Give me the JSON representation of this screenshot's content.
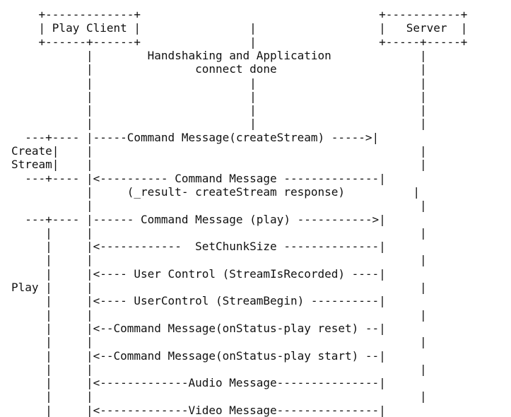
{
  "lines": [
    "    +-------------+                                   +-----------+",
    "    | Play Client |                |                  |   Server  |",
    "    +------+------+                |                  +-----+-----+",
    "           |        Handshaking and Application             |",
    "           |               connect done                     |",
    "           |                       |                        |",
    "           |                       |                        |",
    "           |                       |                        |",
    "           |                       |                        |",
    "  ---+---- |-----Command Message(createStream) ----->|",
    "Create|    |                                                |",
    "Stream|    |                                                |",
    "  ---+---- |<---------- Command Message --------------|",
    "           |     (_result- createStream response)          |",
    "           |                                                |",
    "  ---+---- |------ Command Message (play) ----------->|",
    "     |     |                                                |",
    "     |     |<------------  SetChunkSize --------------|",
    "     |     |                                                |",
    "     |     |<---- User Control (StreamIsRecorded) ----|",
    "Play |     |                                                |",
    "     |     |<---- UserControl (StreamBegin) ----------|",
    "     |     |                                                |",
    "     |     |<--Command Message(onStatus-play reset) --|",
    "     |     |                                                |",
    "     |     |<--Command Message(onStatus-play start) --|",
    "     |     |                                                |",
    "     |     |<-------------Audio Message---------------|",
    "     |     |                                                |",
    "     |     |<-------------Video Message---------------|"
  ]
}
